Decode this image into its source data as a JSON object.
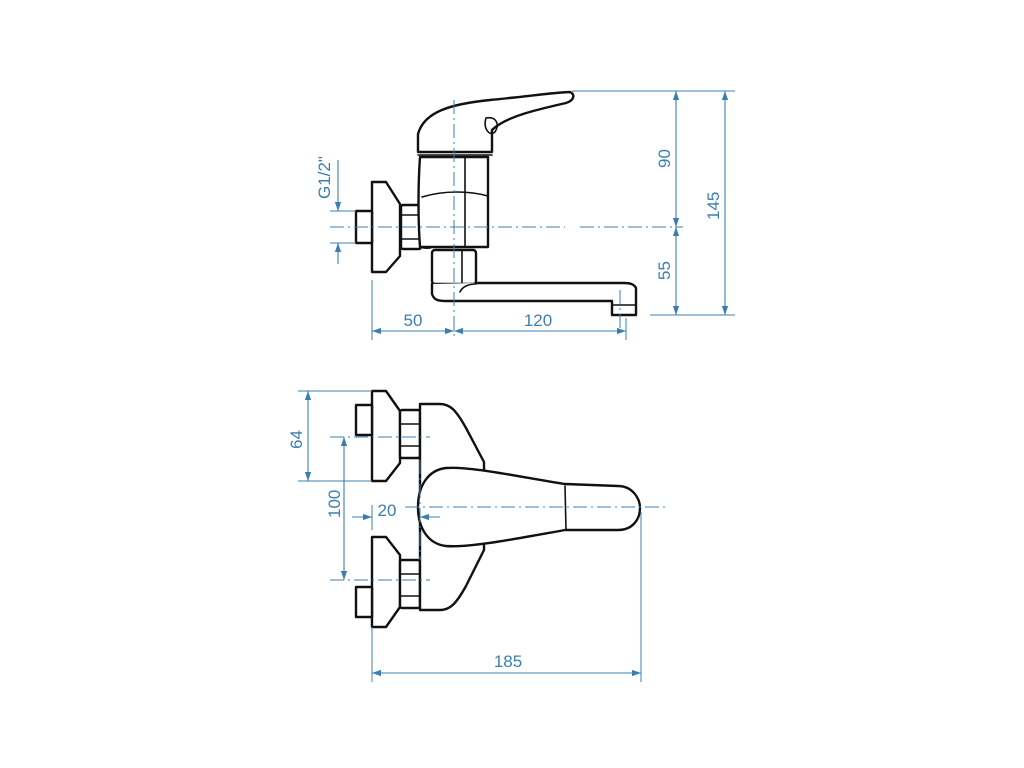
{
  "colors": {
    "dimension": "#3b7fb0",
    "outline": "#111111",
    "background": "#ffffff"
  },
  "side_view": {
    "thread_label": "G1/2\"",
    "dim_height_upper": "90",
    "dim_height_total": "145",
    "dim_height_lower": "55",
    "dim_wall_offset": "50",
    "dim_spout_length": "120"
  },
  "top_view": {
    "dim_flange_height": "64",
    "dim_inlet_spacing": "100",
    "dim_eccentric_offset": "20",
    "dim_total_depth": "185"
  }
}
